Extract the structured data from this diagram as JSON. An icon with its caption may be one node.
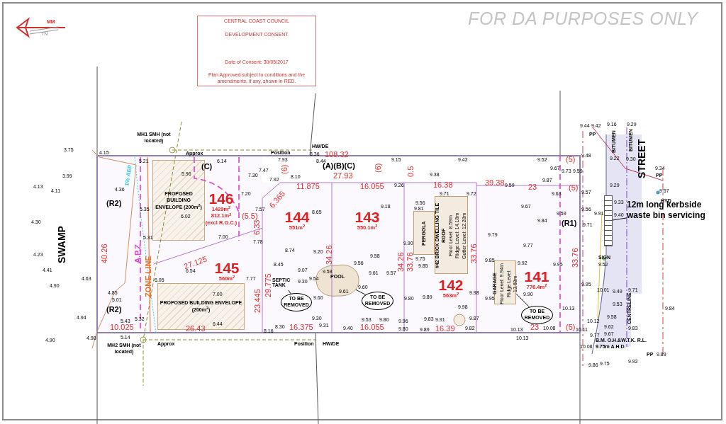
{
  "diagram": {
    "nodes": [
      {
        "text": [
          "CENTRAL COAST COUNCIL",
          "DEVELOPMENT CONSENT",
          "Date of Consent: 30/05/2017",
          "Plan Approved subject to conditions and the amendments, if any, shown in RED."
        ]
      },
      {
        "text": [
          "146",
          "1429m$^{2}$",
          "812.1m$^{2}$",
          "(excl R.O.C.)"
        ]
      },
      {
        "text": [
          "PROPOSED BUILDING ENVELOPE (200m$^{2}$)"
        ],
        "in": 1
      },
      {
        "text": [
          "144",
          "551m$^{2}$"
        ]
      },
      {
        "text": [
          "143",
          "550.1m$^{2}$"
        ]
      },
      {
        "text": [
          "142",
          "563m$^{2}$"
        ]
      },
      {
        "text": [
          "PERGOLA"
        ],
        "in": 5
      },
      {
        "text": [
          "#42 BRICK DWELLING TILE ROOF",
          "Floor Level: 8.59m",
          "Ridge Level: 14.18m",
          "Gutter Level: 12.28m"
        ],
        "in": 5
      },
      {
        "text": [
          "141",
          "776.4m$^{2}$"
        ]
      },
      {
        "text": [
          "145",
          "560m$^{2}$"
        ]
      },
      {
        "text": [
          "SEPTIC TANK"
        ],
        "in": 3
      },
      {
        "text": [
          "POOL"
        ]
      },
      {
        "text": [
          "TO BE REMOVED"
        ],
        "in": 3
      },
      {
        "text": [
          "TO BE REMOVED"
        ],
        "in": 4
      },
      {
        "text": [
          "GARAGE",
          "Floor Level: 9.94m",
          "Ridge Level: 13.68m"
        ],
        "in": 8
      },
      {
        "text": [
          "TO BE REMOVED"
        ],
        "in": 8
      },
      {
        "text": [
          "PROPOSED BUILDING ENVELOPE (200m$^{2}$)"
        ],
        "in": 9
      },
      {
        "text": [
          "12m long kerbside waste bin servicing"
        ]
      },
      {
        "text": [],
        "shape": "box"
      }
    ],
    "edges": [
      {
        "from": 12,
        "to": 10,
        "arrow": "none"
      },
      {
        "from": 13,
        "to": 11,
        "arrow": "none"
      },
      {
        "from": 15,
        "to": 14,
        "arrow": "none"
      },
      {
        "from": 17,
        "to": 18,
        "arrow": "none"
      }
    ],
    "labels": [
      "FOR DA PURPOSES ONLY",
      "MM",
      "TN",
      "SWAMP",
      "(R2)",
      "(R2)",
      "(C)",
      "(A)(B)(C)",
      "(R1)",
      "STREET",
      "A.P.Z",
      "ZONE LINE",
      "1% AEP",
      "108.32",
      "27.93",
      "11.875",
      "16.055",
      "16.38",
      "39.38",
      "23",
      "(5)",
      "(6)",
      "(6)",
      "0.5",
      "(5)",
      "6.365",
      "(5.5)",
      "6.33",
      "40.26",
      "27.125",
      "29.775",
      "23.445",
      "34.26",
      "34.26",
      "33.76",
      "33.76",
      "33.76",
      "10.025",
      "26.43",
      "16.375",
      "16.055",
      "16.39",
      "23",
      "(5)",
      "MH1 SMH (not located)",
      "Approx",
      "Position",
      "HW/DE",
      "MH2 SMH (not located)",
      "Approx",
      "Position",
      "HW/DE",
      "SIGN",
      "HYD",
      "PP",
      "PP",
      "PP",
      "BITUMEN",
      "BITUMEN",
      "CENTRELINE",
      "B.M. O.H.&W.T.K. R.L. 9.75m A.H.D.",
      "3.75",
      "4.15",
      "3.99",
      "4.13",
      "4.11",
      "4.36",
      "5.21",
      "5.96",
      "6.14",
      "4.30",
      "5.35",
      "6.02",
      "7.00",
      "4.23",
      "4.41",
      "4.63",
      "5.31",
      "4.90",
      "7.78",
      "6.54",
      "4.85",
      "6.05",
      "7.00",
      "5.01",
      "4.94",
      "5.43",
      "5.32",
      "4.98",
      "4.90",
      "5.14",
      "6.44",
      "7.30",
      "7.47",
      "7.93",
      "7.92",
      "8.10",
      "8.44",
      "8.36",
      "9.15",
      "9.42",
      "9.38",
      "9.26",
      "7.20",
      "7.57",
      "8.65",
      "9.18",
      "9.56",
      "9.81",
      "9.71",
      "9.72",
      "8.74",
      "9.20",
      "8.45",
      "9.07",
      "9.58",
      "9.54",
      "9.30",
      "9.61",
      "9.56",
      "9.58",
      "9.61",
      "9.57",
      "7.77",
      "9.60",
      "9.60",
      "9.30",
      "8.30",
      "8.16",
      "9.31",
      "9.40",
      "9.53",
      "9.80",
      "9.96",
      "9.80",
      "9.90",
      "9.75",
      "9.85",
      "9.80",
      "9.89",
      "9.83",
      "9.89",
      "9.91",
      "9.98",
      "9.87",
      "9.82",
      "9.98",
      "9.52",
      "9.67",
      "9.73",
      "9.59",
      "9.87",
      "9.59",
      "9.63",
      "9.57",
      "9.67",
      "9.84",
      "9.59",
      "9.79",
      "9.77",
      "9.85",
      "9.92",
      "9.95",
      "9.95",
      "9.90",
      "10.13",
      "10.13",
      "10.08",
      "10.13",
      "9.44",
      "9.42",
      "9.16",
      "9.29",
      "9.48",
      "9.22",
      "9.30",
      "9.34",
      "9.29",
      "9.57",
      "9.56",
      "9.33",
      "9.91",
      "9.40",
      "9.71",
      "9.52",
      "9.95",
      "10.01",
      "9.49",
      "9.71",
      "9.53",
      "9.58",
      "9.62",
      "9.83",
      "10.12",
      "9.67",
      "9.77",
      "10.11",
      "10.08",
      "9.86",
      "9.75",
      "9.92",
      "9.84",
      "9.89"
    ]
  }
}
